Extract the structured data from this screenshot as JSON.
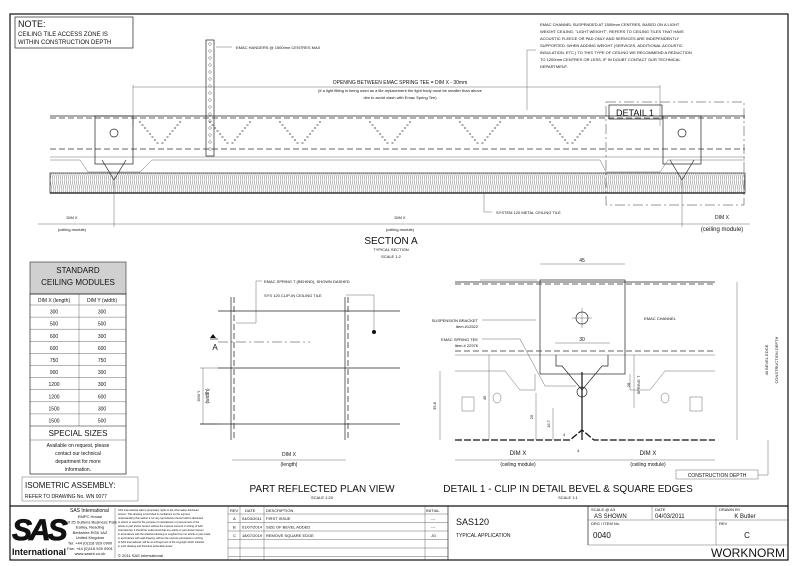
{
  "note": {
    "title": "NOTE:",
    "line1": "CEILING TILE ACCESS ZONE IS",
    "line2": "WITHIN CONSTRUCTION DEPTH"
  },
  "section_a": {
    "hangers_label": "EMAC HANGERS @ 1500mm CENTRES MAX",
    "channel_note": [
      "EMAC CHANNEL SUSPENDED AT 1500mm CENTRES, BASED ON A LIGHT",
      "WEIGHT CEILING. \"LIGHT WEIGHT\", REFERS TO CEILING TILES THAT HAVE",
      "ACOUSTIC FLEECE OR PAD ONLY AND SERVICES ARE INDEPENDENTLY",
      "SUPPORTED. WHEN ADDING WEIGHT (SERVICES, ADDITIONAL ACOUSTIC",
      "INSULATION, ETC.) TO THIS TYPE OF CEILING WE RECOMMEND A REDUCTION",
      "TO 1200mm CENTRES OR LESS. IF IN DOUBT CONTACT OUR TECHNICAL",
      "DEPARTMENT."
    ],
    "opening_label": "OPENING BETWEEN EMAC SPRING TEE = DIM X - 30mm",
    "opening_sub1": "(if a light fitting is being used as a tile replacement the light body must be smaller than above",
    "opening_sub2": "dim to avoid clash with Emac Spring Tee)",
    "detail_tag": "DETAIL 1",
    "tile_label": "SYSTEM 120 METAL CEILING TILE",
    "dim_x": "DIM X",
    "ceiling_module": "(ceiling module)",
    "title": "SECTION A",
    "subtitle": "TYPICAL SECTION",
    "scale": "SCALE 1:2"
  },
  "modules_table": {
    "title1": "STANDARD",
    "title2": "CEILING MODULES",
    "headers": [
      "DIM X (length)",
      "DIM Y (width)"
    ],
    "rows": [
      [
        "300",
        "300"
      ],
      [
        "500",
        "500"
      ],
      [
        "600",
        "300"
      ],
      [
        "600",
        "600"
      ],
      [
        "750",
        "750"
      ],
      [
        "900",
        "300"
      ],
      [
        "1200",
        "300"
      ],
      [
        "1200",
        "600"
      ],
      [
        "1500",
        "300"
      ],
      [
        "1500",
        "500"
      ]
    ],
    "special_title": "SPECIAL SIZES",
    "special_text": [
      "Available on request, please",
      "contact our technical",
      "department for more",
      "information."
    ]
  },
  "isometric": {
    "title": "ISOMETRIC ASSEMBLY:",
    "ref": "REFER TO DRAWING No. WN 0077"
  },
  "plan_view": {
    "spring_label": "EMAC SPRING T (BEHIND), SHOWN DASHED",
    "tile_label": "SYS 120 CLIP-IN CEILING TILE",
    "section_marker": "A",
    "dim_y": "DIM Y",
    "width": "(width)",
    "dim_x": "DIM X",
    "length": "(length)",
    "title": "PART REFLECTED PLAN VIEW",
    "scale": "SCALE 1:20"
  },
  "detail1": {
    "dim_45_top": "45",
    "dim_30": "30",
    "channel": "EMAC CHANNEL",
    "bracket": "SUSPENSION BRACKET",
    "bracket_item": "Item #12522",
    "spring_tee": "EMAC SPRING TEE",
    "spring_item": "Item # 22976",
    "spring_t": "SPRING T",
    "dim_28": "28",
    "dim_35_8": "35.8",
    "dim_45": "45",
    "dim_25": "25",
    "dim_16_7": "16.7",
    "dim_4a": "4",
    "dim_4b": "4",
    "bevel": "40 BEVEL EDGE",
    "construction_depth_v": "CONSTRUCTION DEPTH",
    "dim_x": "DIM X",
    "ceiling_module": "(ceiling module)",
    "construction_depth": "CONSTRUCTION DEPTH",
    "title": "DETAIL 1 - CLIP IN DETAIL BEVEL & SQUARE EDGES",
    "scale": "SCALE 1:1"
  },
  "title_block": {
    "logo": "SAS International",
    "company": "SAS International",
    "address": [
      "EMPC House",
      "Unit 25 Suttons Business Park",
      "Earley, Reading",
      "Berkshire RG6 1AZ",
      "United Kingdom",
      "Tel: +44 (0)118 929 0900",
      "Fax: +44 (0)118 929 0901",
      "www.sasint.co.uk"
    ],
    "disclaimer": [
      "SAS International claims proprietary rights in the information disclosed",
      "hereon. This drawing is furnished in confidence on the express",
      "understanding that neither it nor any reproduction thereof will be disclosed",
      "to others or used for the purpose of manufacture or procurement of the",
      "article or part shown hereon without the express consent in writing of SAS",
      "International. It should be understood that any article or part shown hereon",
      "in accordance with the attached drawing or supplied from an article or part made",
      "in accordance with said drawing, without the express permission in writing",
      "of SAS International, will be an infringement of the copyright which subsists",
      "in such drawing and therefore actionable at law."
    ],
    "copyright": "© 2011 SAS International",
    "rev_headers": [
      "REV",
      "DATE",
      "DESCRIPTION",
      "INITIAL"
    ],
    "revisions": [
      [
        "A",
        "04/03/2011",
        "FIRST ISSUE",
        "---"
      ],
      [
        "B",
        "01/07/2014",
        "SIZE OF BEVEL ADDED",
        "---"
      ],
      [
        "C",
        "18/07/2019",
        "REMOVE SQUARE EDGE",
        "JG"
      ]
    ],
    "drawing_title": "SAS120",
    "drawing_subtitle": "TYPICAL APPLICATION",
    "scale_label": "SCALE @ A3",
    "scale_value": "AS SHOWN",
    "date_label": "DATE",
    "date_value": "04/03/2011",
    "drawn_label": "DRAWN BY",
    "drawn_value": "K Butler",
    "dwg_label": "DRG / ITEM No.",
    "dwg_value": "0040",
    "rev_label": "REV",
    "rev_value": "C",
    "series": "WORKNORM"
  }
}
